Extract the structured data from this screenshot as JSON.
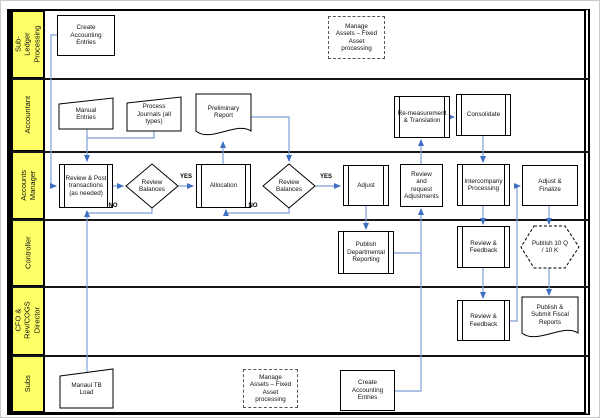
{
  "diagram_type": "cross-functional-flowchart",
  "colors": {
    "lane_label_bg": "#FFFF66",
    "connector_line": "#7E9FD8",
    "arrowhead": "#3E6FC1",
    "shape_border": "#000000",
    "shape_fill": "#FFFFFF"
  },
  "lanes": [
    {
      "label": "Sub-Ledger\nProcessing"
    },
    {
      "label": "Accountant"
    },
    {
      "label": "Accounts\nManager"
    },
    {
      "label": "Controller"
    },
    {
      "label": "CFO &\nRev/COGS\nDirector"
    },
    {
      "label": "Subs"
    }
  ],
  "nodes": {
    "subledger_create_entries": {
      "label": "Create\nAccounting\nEntries",
      "shape": "process"
    },
    "manage_assets_top": {
      "label": "Manage\nAssets – Fixed\nAsset\nprocessing",
      "shape": "dashed-box"
    },
    "manual_entries": {
      "label": "Manual\nEntries",
      "shape": "manual-input"
    },
    "process_journals": {
      "label": "Process\nJournals (all\ntypes)",
      "shape": "manual-input"
    },
    "preliminary_report": {
      "label": "Preliminary\nReport",
      "shape": "document"
    },
    "remeasurement": {
      "label": "Re-measurement\n& Translation",
      "shape": "predefined-process"
    },
    "consolidate": {
      "label": "Consolidate",
      "shape": "predefined-process"
    },
    "review_post": {
      "label": "Review & Post\ntransactions\n(as needed)",
      "shape": "predefined-process"
    },
    "review_balances_1": {
      "label": "Review\nBalances",
      "shape": "decision"
    },
    "allocation": {
      "label": "Allocation",
      "shape": "predefined-process"
    },
    "review_balances_2": {
      "label": "Review\nBalances",
      "shape": "decision"
    },
    "adjust": {
      "label": "Adjust",
      "shape": "predefined-process"
    },
    "review_request_adjust": {
      "label": "Review\nand\nrequest\nAdjustments",
      "shape": "process"
    },
    "intercompany": {
      "label": "Intercompany\nProcessing",
      "shape": "predefined-process"
    },
    "adjust_finalize": {
      "label": "Adjust &\nFinalize",
      "shape": "process"
    },
    "publish_departmental": {
      "label": "Publish\nDepartmental\nReporting",
      "shape": "predefined-process"
    },
    "review_feedback_ctrl": {
      "label": "Review &\nFeedback",
      "shape": "predefined-process"
    },
    "publish_10q": {
      "label": "Publish 10 Q\n/ 10 K",
      "shape": "dashed-hexagon"
    },
    "review_feedback_cfo": {
      "label": "Review &\nFeedback",
      "shape": "predefined-process"
    },
    "publish_fiscal": {
      "label": "Publish &\nSubmit Fiscal\nReports",
      "shape": "document"
    },
    "manaul_tb_load": {
      "label": "Manaul TB\nLoad",
      "shape": "manual-input"
    },
    "manage_assets_bottom": {
      "label": "Manage\nAssets – Fixed\nAsset\nprocessing",
      "shape": "dashed-box"
    },
    "subs_create_entries": {
      "label": "Create\nAccounting\nEntries",
      "shape": "process"
    }
  },
  "edge_labels": {
    "yes1": "YES",
    "no1": "NO",
    "yes2": "YES",
    "no2": "NO"
  }
}
